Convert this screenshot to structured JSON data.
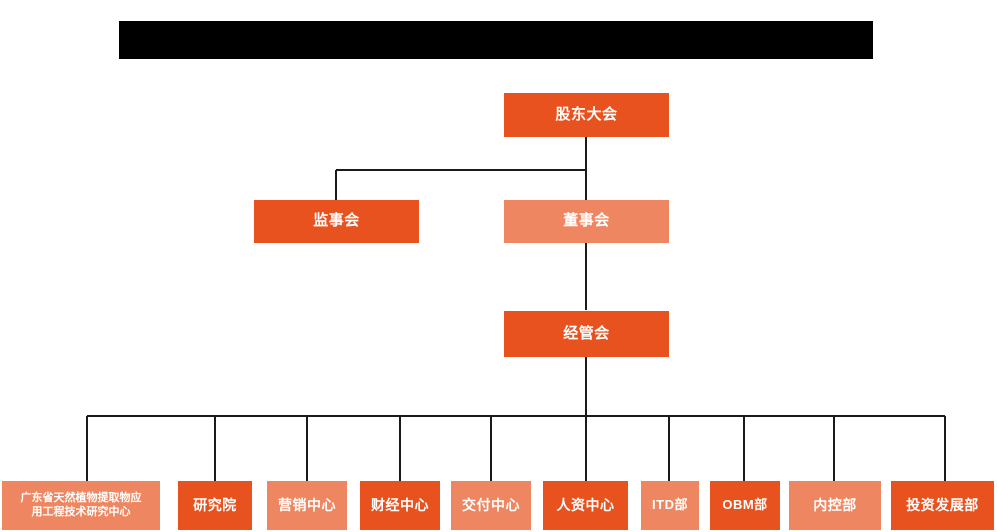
{
  "page": {
    "title_bar": {
      "name": "redacted-title-bar",
      "redacted": true,
      "label": ""
    },
    "background_color": "#FFFFFF",
    "colors": {
      "dark_orange": "#E8521F",
      "light_orange": "#EE8761",
      "connector": "#1A1A1A",
      "text": "#FFFFFF",
      "redaction": "#000000"
    }
  },
  "chart_data": {
    "type": "diagram",
    "subtype": "org-chart",
    "title": "",
    "orientation": "top-down",
    "levels": [
      {
        "level": 1,
        "nodes": [
          {
            "id": "shareholders",
            "label": "股东大会",
            "style": "dark"
          }
        ]
      },
      {
        "level": 2,
        "nodes": [
          {
            "id": "supervisors",
            "label": "监事会",
            "style": "dark"
          },
          {
            "id": "directors",
            "label": "董事会",
            "style": "light"
          }
        ]
      },
      {
        "level": 3,
        "nodes": [
          {
            "id": "management",
            "label": "经管会",
            "style": "dark"
          }
        ]
      },
      {
        "level": 4,
        "nodes": [
          {
            "id": "dept1",
            "label": "广东省天然植物提取物应\n用工程技术研究中心",
            "style": "light"
          },
          {
            "id": "dept2",
            "label": "研究院",
            "style": "dark"
          },
          {
            "id": "dept3",
            "label": "营销中心",
            "style": "light"
          },
          {
            "id": "dept4",
            "label": "财经中心",
            "style": "dark"
          },
          {
            "id": "dept5",
            "label": "交付中心",
            "style": "light"
          },
          {
            "id": "dept6",
            "label": "人资中心",
            "style": "dark"
          },
          {
            "id": "dept7",
            "label": "ITD部",
            "style": "light"
          },
          {
            "id": "dept8",
            "label": "OBM部",
            "style": "dark"
          },
          {
            "id": "dept9",
            "label": "内控部",
            "style": "light"
          },
          {
            "id": "dept10",
            "label": "投资发展部",
            "style": "dark"
          }
        ]
      }
    ],
    "edges": [
      {
        "from": "shareholders",
        "to": "supervisors"
      },
      {
        "from": "shareholders",
        "to": "directors"
      },
      {
        "from": "directors",
        "to": "management"
      },
      {
        "from": "management",
        "to": "dept1"
      },
      {
        "from": "management",
        "to": "dept2"
      },
      {
        "from": "management",
        "to": "dept3"
      },
      {
        "from": "management",
        "to": "dept4"
      },
      {
        "from": "management",
        "to": "dept5"
      },
      {
        "from": "management",
        "to": "dept6"
      },
      {
        "from": "management",
        "to": "dept7"
      },
      {
        "from": "management",
        "to": "dept8"
      },
      {
        "from": "management",
        "to": "dept9"
      },
      {
        "from": "management",
        "to": "dept10"
      }
    ]
  },
  "nodes": {
    "shareholders": {
      "label": "股东大会"
    },
    "supervisors": {
      "label": "监事会"
    },
    "directors": {
      "label": "董事会"
    },
    "management": {
      "label": "经管会"
    },
    "dept1": {
      "label": "广东省天然植物提取物应\n用工程技术研究中心"
    },
    "dept2": {
      "label": "研究院"
    },
    "dept3": {
      "label": "营销中心"
    },
    "dept4": {
      "label": "财经中心"
    },
    "dept5": {
      "label": "交付中心"
    },
    "dept6": {
      "label": "人资中心"
    },
    "dept7": {
      "label": "ITD部"
    },
    "dept8": {
      "label": "OBM部"
    },
    "dept9": {
      "label": "内控部"
    },
    "dept10": {
      "label": "投资发展部"
    }
  }
}
